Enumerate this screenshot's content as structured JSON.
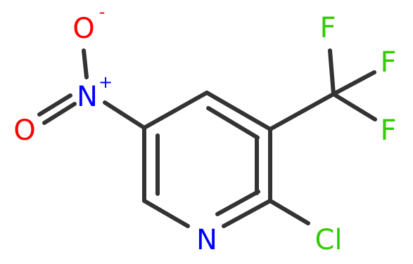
{
  "molecule": {
    "atoms": {
      "o_top": "O",
      "o_top_charge": "-",
      "n_nitro": "N",
      "n_nitro_charge": "+",
      "o_left": "O",
      "n_ring": "N",
      "cl": "Cl",
      "f_top": "F",
      "f_right": "F",
      "f_bottom": "F"
    },
    "colors": {
      "bond": "#333333",
      "oxygen": "#ff0000",
      "nitrogen": "#0000ff",
      "chlorine": "#33cc00",
      "fluorine": "#33cc00"
    }
  }
}
